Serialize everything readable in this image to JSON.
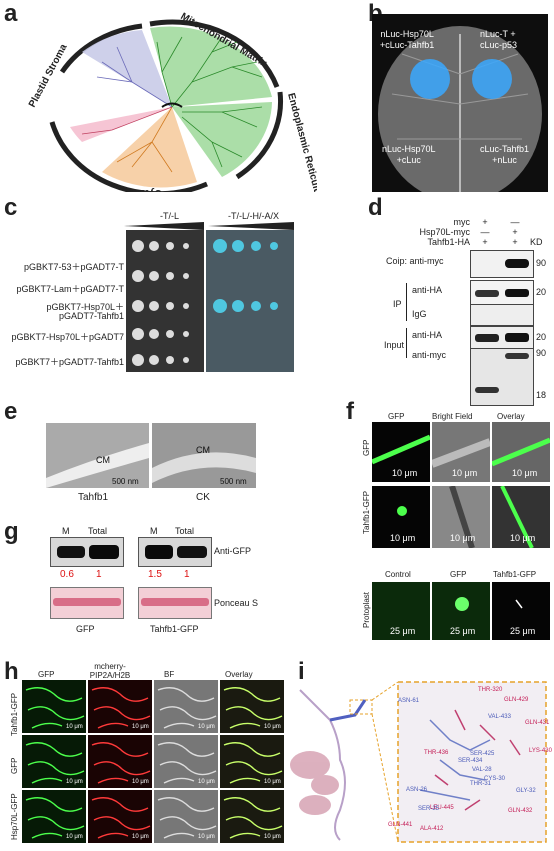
{
  "panel_labels": {
    "a": "a",
    "b": "b",
    "c": "c",
    "d": "d",
    "e": "e",
    "f": "f",
    "g": "g",
    "h": "h",
    "i": "i"
  },
  "panel_a": {
    "clades": [
      "Plastid Stroma",
      "Mitochondrial Matrix",
      "Endoplasmic Reticulum",
      "Cytosol"
    ],
    "colors": {
      "plastid": "#c9cbe8",
      "mito": "#a6dca3",
      "er": "#a6dca3",
      "cytosol": "#f6c99a",
      "pink": "#f6c2d2"
    }
  },
  "panel_b": {
    "q1": [
      "nLuc-Hsp70L",
      "+cLuc-Tahfb1"
    ],
    "q2": [
      "nLuc-T +",
      "cLuc-p53"
    ],
    "q3": [
      "nLuc-Hsp70L",
      "+cLuc"
    ],
    "q4": [
      "cLuc-Tahfb1",
      "+nLuc"
    ]
  },
  "panel_c": {
    "col1": "-T/-L",
    "col2": "-T/-L/-H/-A/X",
    "rows": [
      "pGBKT7-53＋pGADT7-T",
      "pGBKT7-Lam＋pGADT7-T",
      "pGBKT7-Hsp70L＋",
      "pGADT7-Tahfb1",
      "pGBKT7-Hsp70L＋pGADT7",
      "pGBKT7＋pGADT7-Tahfb1"
    ]
  },
  "panel_d": {
    "header_rows": [
      "myc",
      "Hsp70L-myc",
      "Tahfb1-HA"
    ],
    "signs": [
      [
        "+",
        "—"
      ],
      [
        "—",
        "+"
      ],
      [
        "+",
        "+"
      ]
    ],
    "kd": "KD",
    "coip": "Coip:  anti-myc",
    "ip": "IP",
    "input": "Input",
    "anti_ha": "anti-HA",
    "igg": "IgG",
    "anti_myc": "anti-myc",
    "markers": [
      "90",
      "20",
      "20",
      "90",
      "18"
    ]
  },
  "panel_e": {
    "cm": "CM",
    "scale": "500 nm",
    "labels": [
      "Tahfb1",
      "CK"
    ]
  },
  "panel_f": {
    "cols": [
      "GFP",
      "Bright Field",
      "Overlay"
    ],
    "rows": [
      "GFP",
      "Tahfb1-GFP"
    ],
    "scale": "10 μm",
    "proto_cols": [
      "Control",
      "GFP",
      "Tahfb1-GFP"
    ],
    "proto_row": "Protoplast",
    "proto_scale": "25 μm"
  },
  "panel_g": {
    "lanes": [
      "M",
      "Total"
    ],
    "values_left": [
      "0.6",
      "1"
    ],
    "values_right": [
      "1.5",
      "1"
    ],
    "anti": "Anti-GFP",
    "ponceau": "Ponceau S",
    "groups": [
      "GFP",
      "Tahfb1-GFP"
    ]
  },
  "panel_h": {
    "cols": [
      "GFP",
      "mcherry-PIP2A/H2B",
      "BF",
      "Overlay"
    ],
    "rows": [
      "Tahfb1-GFP",
      "GFP",
      "Hsp70L-GFP"
    ],
    "scale": "10 μm"
  },
  "panel_i": {
    "residues_red": [
      "THR-320",
      "GLN-429",
      "THR-436",
      "GLN-431",
      "LYS-430",
      "GLN-441",
      "LEU-445",
      "ALA-412",
      "GLN-432"
    ],
    "residues_blue": [
      "ASN-61",
      "VAL-433",
      "ASN-26",
      "SER-25",
      "VAL-28",
      "CYS-30",
      "GLY-32",
      "THR-31",
      "SER-434",
      "SER-425"
    ]
  }
}
